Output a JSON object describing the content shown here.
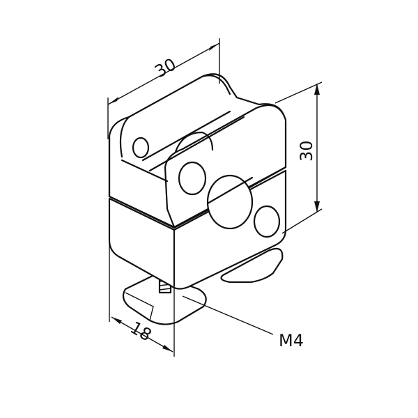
{
  "drawing": {
    "dimension_width": "30",
    "dimension_height": "30",
    "dimension_depth": "18",
    "callout_screw": "M4"
  }
}
